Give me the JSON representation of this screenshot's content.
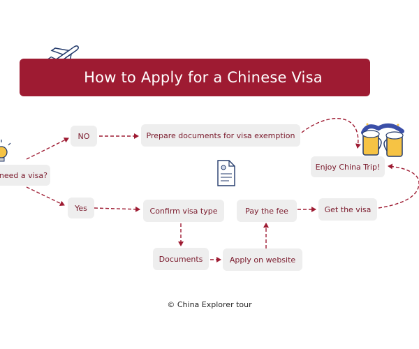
{
  "title": "How to Apply for a Chinese Visa",
  "nodes": {
    "need_visa": "need a visa?",
    "no": "NO",
    "prepare_docs": "Prepare documents for visa exemption",
    "enjoy_trip": "Enjoy China Trip!",
    "yes": "Yes",
    "confirm_type": "Confirm visa type",
    "pay_fee": "Pay the fee",
    "get_visa": "Get the visa",
    "documents": "Documents",
    "apply_website": "Apply on website"
  },
  "footer": "© China Explorer tour",
  "colors": {
    "brand": "#9e1b32",
    "arrow": "#9e1b32",
    "node_bg": "#eeeeee",
    "node_text": "#7a1a2c"
  },
  "icons": [
    "airplane-icon",
    "lightbulb-icon",
    "document-icon",
    "beer-mugs-icon"
  ]
}
